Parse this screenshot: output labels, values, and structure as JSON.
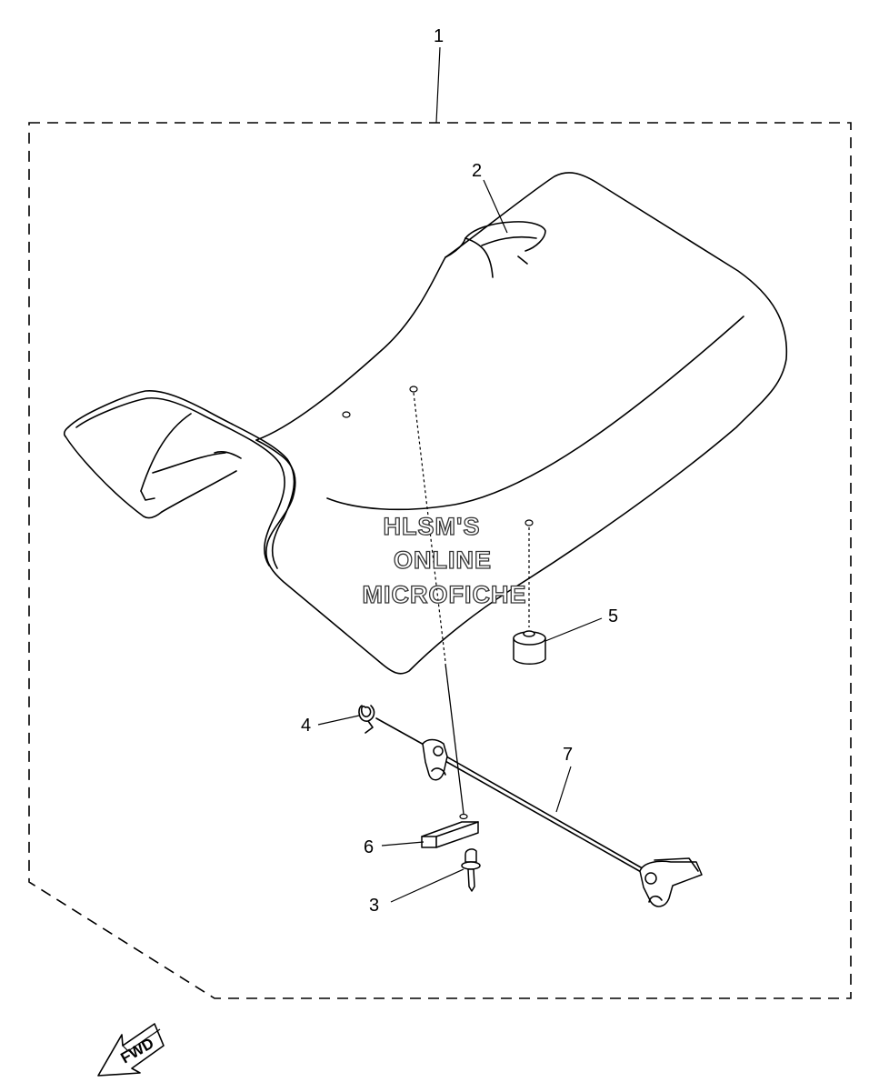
{
  "callouts": [
    {
      "id": "1",
      "label": "1"
    },
    {
      "id": "2",
      "label": "2"
    },
    {
      "id": "3",
      "label": "3"
    },
    {
      "id": "4",
      "label": "4"
    },
    {
      "id": "5",
      "label": "5"
    },
    {
      "id": "6",
      "label": "6"
    },
    {
      "id": "7",
      "label": "7"
    }
  ],
  "watermark": {
    "line1": "HLSM'S",
    "line2": "ONLINE",
    "line3": "MICROFICHE"
  },
  "direction_arrow": {
    "label": "FWD",
    "icon": "forward-arrow-icon"
  }
}
